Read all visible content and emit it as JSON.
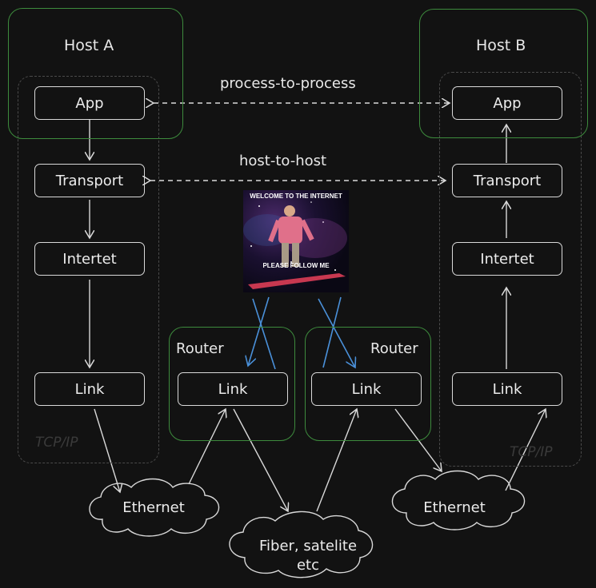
{
  "hosts": {
    "a": {
      "title": "Host A",
      "layers": [
        "App",
        "Transport",
        "Intertet",
        "Link"
      ],
      "stack_label": "TCP/IP"
    },
    "b": {
      "title": "Host B",
      "layers": [
        "App",
        "Transport",
        "Intertet",
        "Link"
      ],
      "stack_label": "TCP/IP"
    }
  },
  "routers": [
    {
      "title": "Router",
      "layer": "Link"
    },
    {
      "title": "Router",
      "layer": "Link"
    }
  ],
  "connections": {
    "process": "process-to-process",
    "host": "host-to-host"
  },
  "media": {
    "ethernet_left": "Ethernet",
    "ethernet_right": "Ethernet",
    "fiber_line1": "Fiber, satelite",
    "fiber_line2": "etc"
  },
  "meme": {
    "top": "WELCOME TO THE INTERNET",
    "bottom": "PLEASE FOLLOW ME"
  },
  "colors": {
    "group_border": "#3d8b3d",
    "arrow_blue": "#4a90d9",
    "stroke": "#d9d9d9"
  }
}
